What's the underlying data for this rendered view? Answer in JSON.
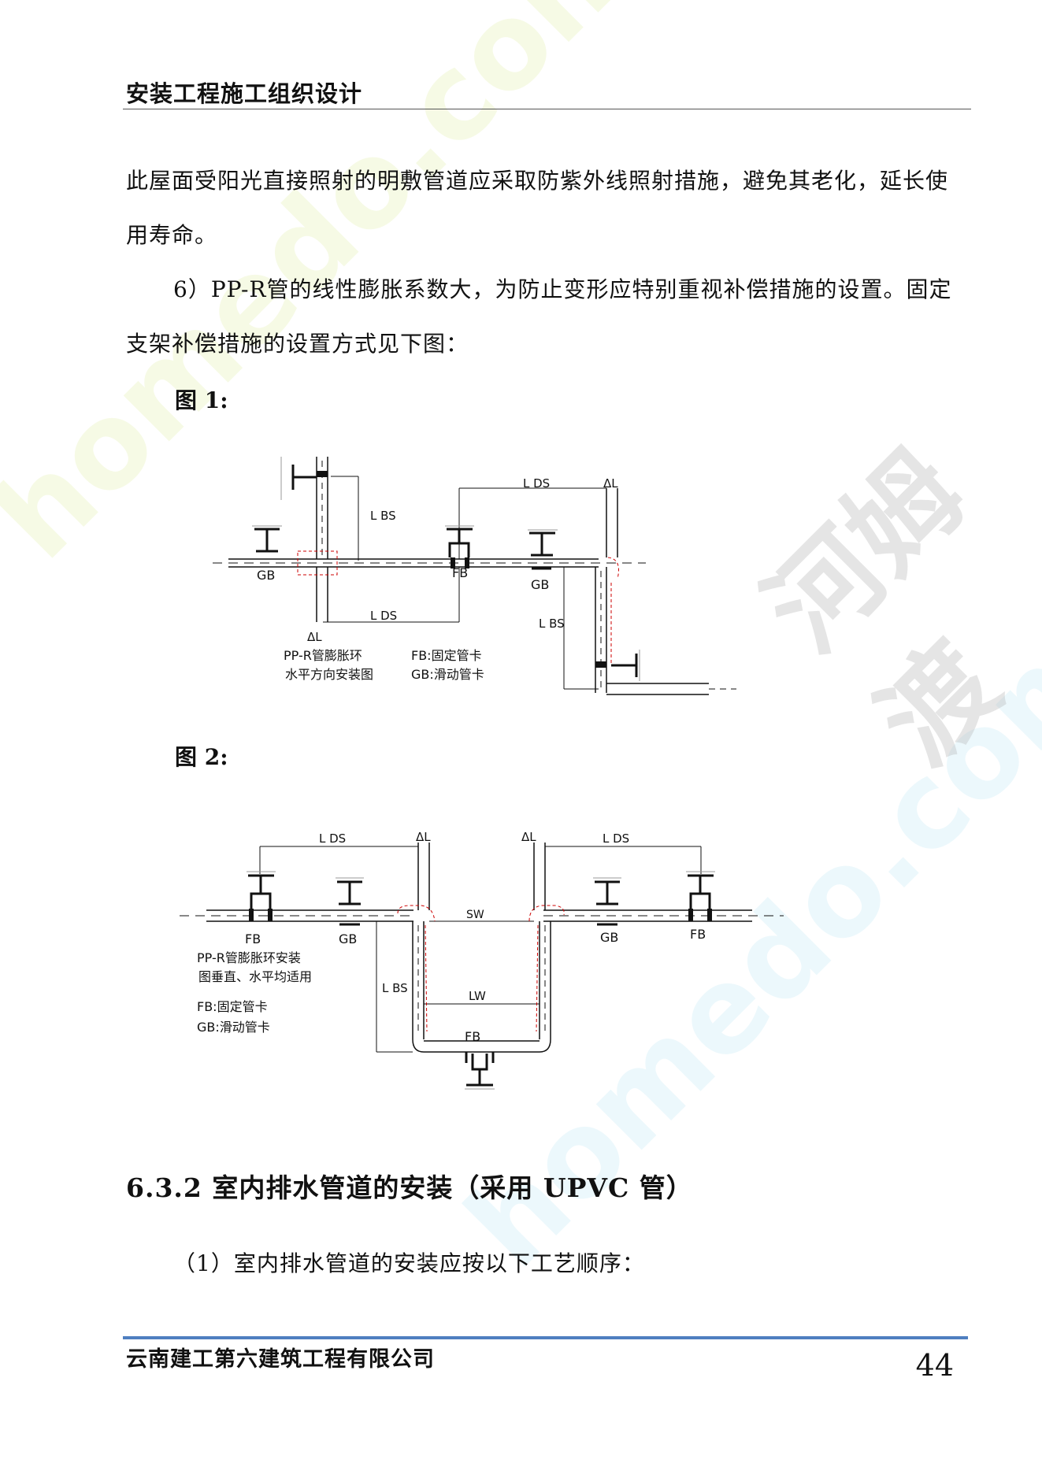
{
  "header": {
    "title": "安装工程施工组织设计"
  },
  "body": {
    "para1": "此屋面受阳光直接照射的明敷管道应采取防紫外线照射措施，避免其老化，延长使用寿命。",
    "para2": "6）PP-R管的线性膨胀系数大，为防止变形应特别重视补偿措施的设置。固定支架补偿措施的设置方式见下图：",
    "fig1_label": "图 1:",
    "fig2_label": "图 2:"
  },
  "figure1": {
    "ldl_top": "L DS",
    "lbs_left": "L BS",
    "lds_bottom": "L DS",
    "lbs_right": "L BS",
    "delta_l_top": "ΔL",
    "delta_l_bottom": "ΔL",
    "gb_left": "GB",
    "fb_mid": "FB",
    "gb_right": "GB",
    "caption_line1": "PP-R管膨胀环",
    "caption_line2": "水平方向安装图",
    "legend_fb": "FB:固定管卡",
    "legend_gb": "GB:滑动管卡"
  },
  "figure2": {
    "lds_left": "L DS",
    "lds_right": "L DS",
    "delta_l_left": "ΔL",
    "delta_l_right": "ΔL",
    "sw": "SW",
    "lw": "LW",
    "lbs": "L BS",
    "fb_left": "FB",
    "gb_left": "GB",
    "gb_right": "GB",
    "fb_right": "FB",
    "fb_bottom": "FB",
    "caption_line1": "PP-R管膨胀环安装",
    "caption_line2": "图垂直、水平均适用",
    "legend_fb": "FB:固定管卡",
    "legend_gb": "GB:滑动管卡"
  },
  "section": {
    "heading": "6.3.2 室内排水管道的安装（采用 UPVC 管）",
    "para": "（1）室内排水管道的安装应按以下工艺顺序："
  },
  "watermarks": {
    "text1": "homedo.com",
    "text2": "河姆渡"
  },
  "footer": {
    "company": "云南建工第六建筑工程有限公司",
    "page_number": "44"
  }
}
